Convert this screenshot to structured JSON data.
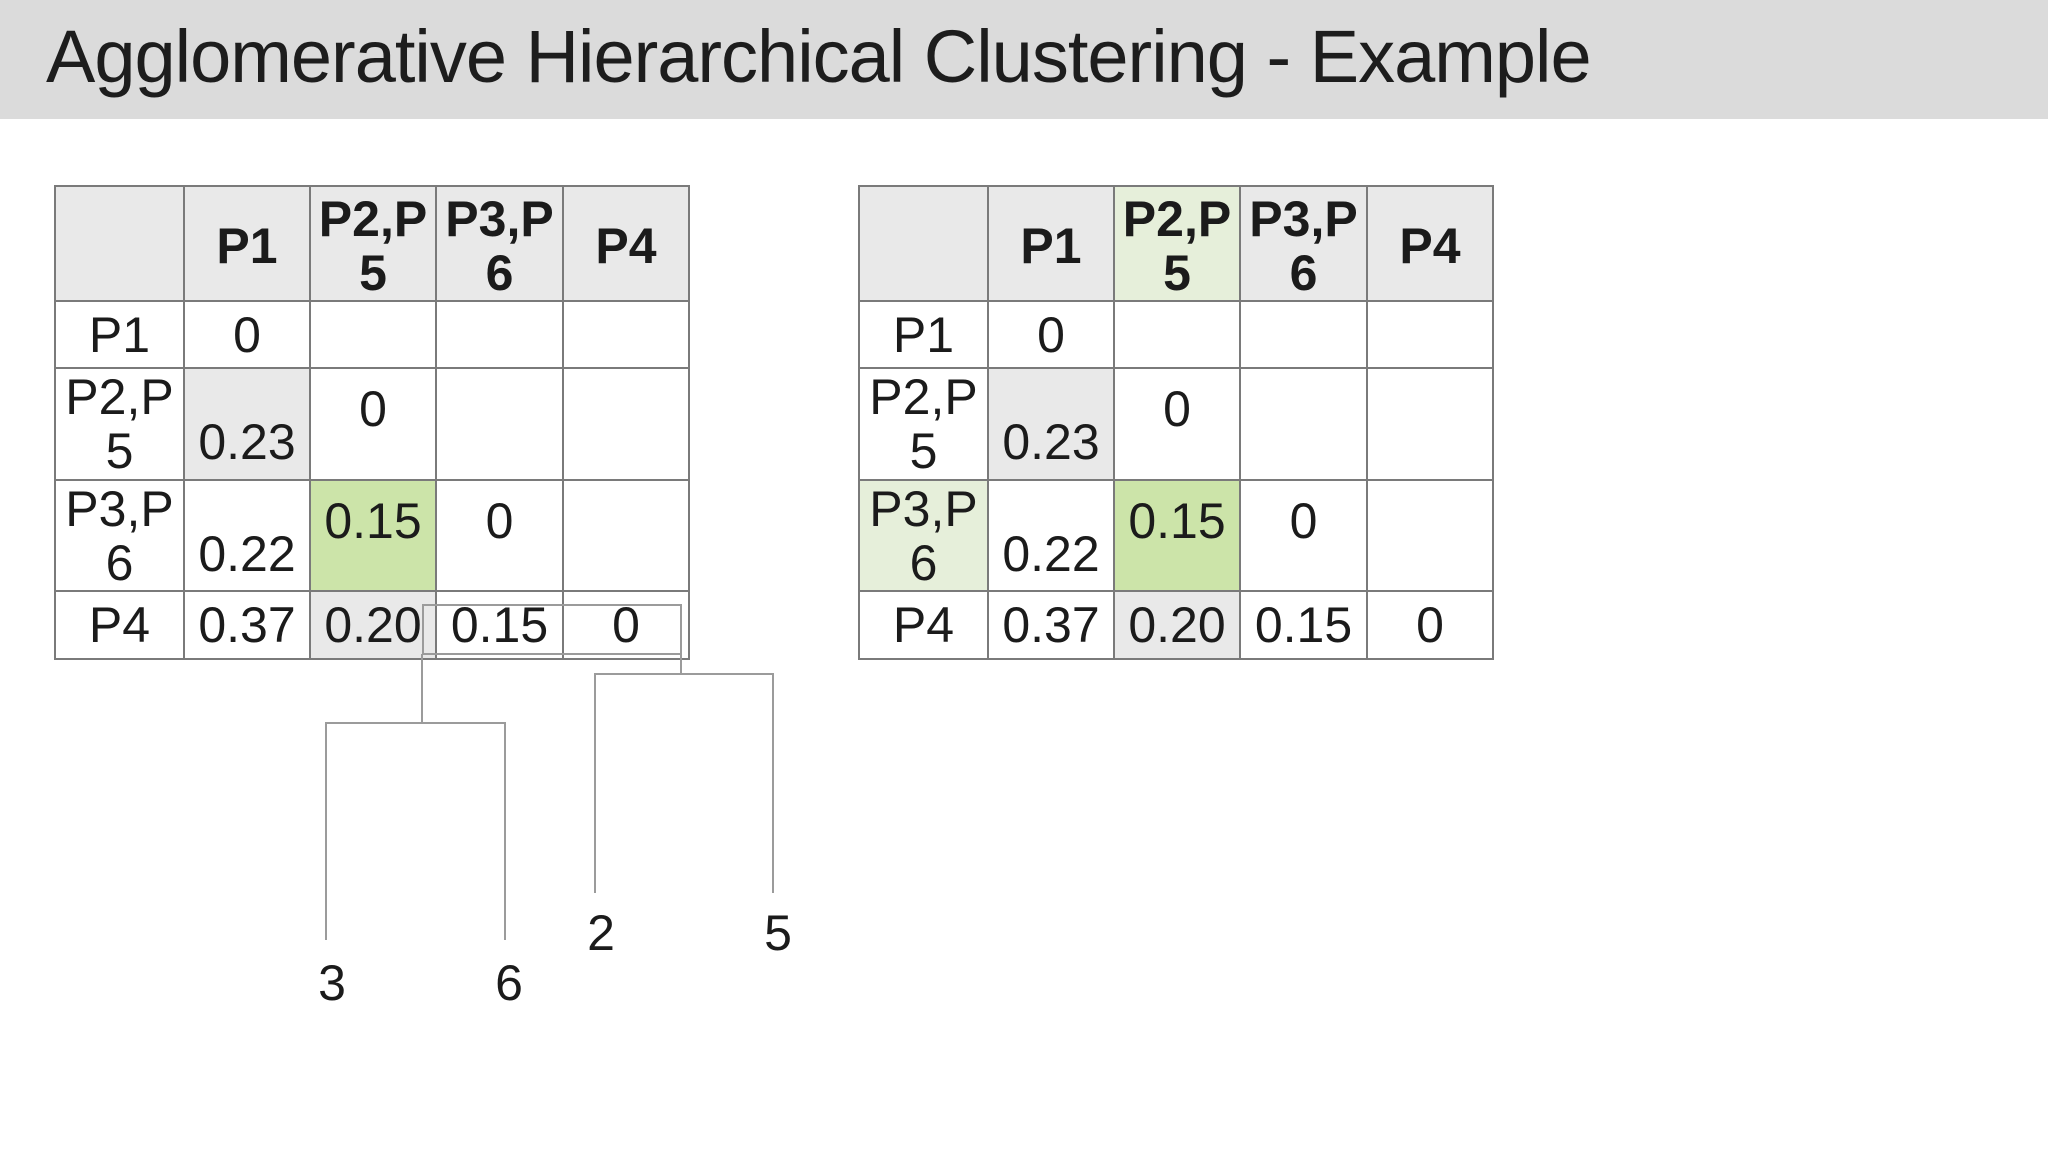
{
  "title": "Agglomerative Hierarchical Clustering - Example",
  "matrix_left": {
    "headers": [
      "",
      "P1",
      "P2,P\n5",
      "P3,P\n6",
      "P4"
    ],
    "rows": [
      {
        "label": "P1",
        "values": [
          "0",
          "",
          "",
          ""
        ]
      },
      {
        "label": "P2,P\n5",
        "values": [
          "0.23",
          "0",
          "",
          ""
        ]
      },
      {
        "label": "P3,P\n6",
        "values": [
          "0.22",
          "0.15",
          "0",
          ""
        ]
      },
      {
        "label": "P4",
        "values": [
          "0.37",
          "0.20",
          "0.15",
          "0"
        ]
      }
    ]
  },
  "matrix_right": {
    "headers": [
      "",
      "P1",
      "P2,P\n5",
      "P3,P\n6",
      "P4"
    ],
    "rows": [
      {
        "label": "P1",
        "values": [
          "0",
          "",
          "",
          ""
        ]
      },
      {
        "label": "P2,P\n5",
        "values": [
          "0.23",
          "0",
          "",
          ""
        ]
      },
      {
        "label": "P3,P\n6",
        "values": [
          "0.22",
          "0.15",
          "0",
          ""
        ]
      },
      {
        "label": "P4",
        "values": [
          "0.37",
          "0.20",
          "0.15",
          "0"
        ]
      }
    ]
  },
  "dendrogram": {
    "left_pair_leaves": [
      "3",
      "6"
    ],
    "right_pair_leaves": [
      "2",
      "5"
    ]
  },
  "colors": {
    "title_bar_bg": "#dbdbdb",
    "header_cell_bg": "#e9e9e9",
    "shaded_cell_bg": "#e9e9e9",
    "highlight_green": "#cce4a9",
    "highlight_green_light": "#e6efda",
    "table_border": "#7a7a7a",
    "dendrogram_line": "#9b9b9b"
  }
}
